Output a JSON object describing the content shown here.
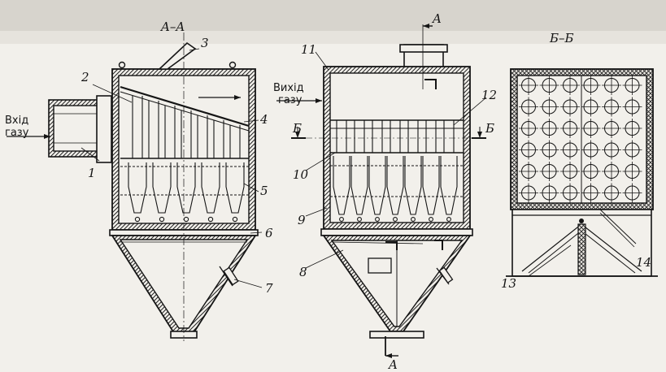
{
  "sections": {
    "aa": "A–A",
    "bb": "Б–Б"
  },
  "markers": {
    "a_top": "A",
    "a_bottom": "A",
    "b_left": "Б",
    "b_right": "Б"
  },
  "gas": {
    "inlet_line1": "Вхід",
    "inlet_line2": "газу",
    "outlet_line1": "Вихід",
    "outlet_line2": "газу"
  },
  "labels": {
    "n1": "1",
    "n2": "2",
    "n3": "3",
    "n4": "4",
    "n5": "5",
    "n6": "6",
    "n7": "7",
    "n8": "8",
    "n9": "9",
    "n10": "10",
    "n11": "11",
    "n12": "12",
    "n13": "13",
    "n14": "14"
  },
  "colors": {
    "ink": "#151515",
    "paper": "#f2f0eb",
    "header_band": "#d7d4cd"
  }
}
